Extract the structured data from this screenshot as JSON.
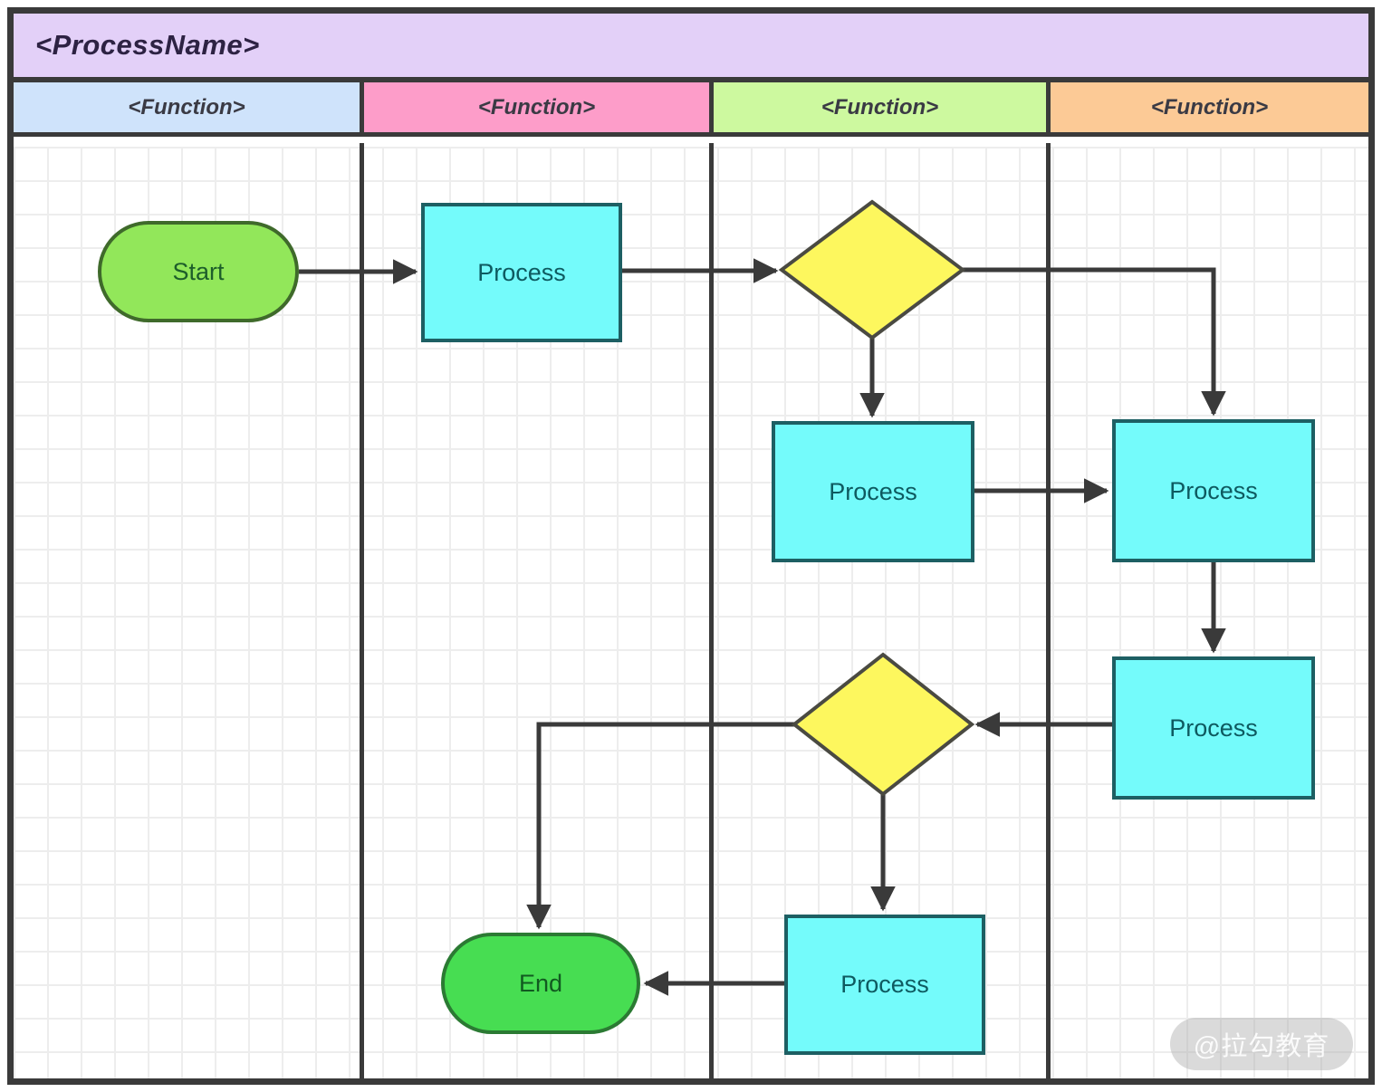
{
  "title": "<ProcessName>",
  "lanes": [
    {
      "label": "<Function>",
      "color": "#cfe3fb"
    },
    {
      "label": "<Function>",
      "color": "#fd9dc9"
    },
    {
      "label": "<Function>",
      "color": "#cdf99f"
    },
    {
      "label": "<Function>",
      "color": "#fcca96"
    }
  ],
  "nodes": {
    "start": {
      "label": "Start",
      "fill": "#92e75a",
      "border": "#3f6a2b",
      "text_color": "#1d5e2a"
    },
    "process1": {
      "label": "Process"
    },
    "process2": {
      "label": "Process"
    },
    "process3": {
      "label": "Process"
    },
    "process4": {
      "label": "Process"
    },
    "process5": {
      "label": "Process"
    },
    "end": {
      "label": "End",
      "fill": "#47dd52",
      "border": "#2b7a33",
      "text_color": "#115a20"
    }
  },
  "process_style": {
    "fill": "#74fbfb",
    "border": "#1d5f63",
    "text_color": "#0e5a60"
  },
  "decision_style": {
    "fill": "#fdf75e",
    "border": "#4a4a42"
  },
  "colors": {
    "frame": "#3a3a3a",
    "connector": "#3a3a3a",
    "title_bg": "#e3d0f8",
    "grid": "#ededed"
  },
  "watermark": "@拉勾教育"
}
